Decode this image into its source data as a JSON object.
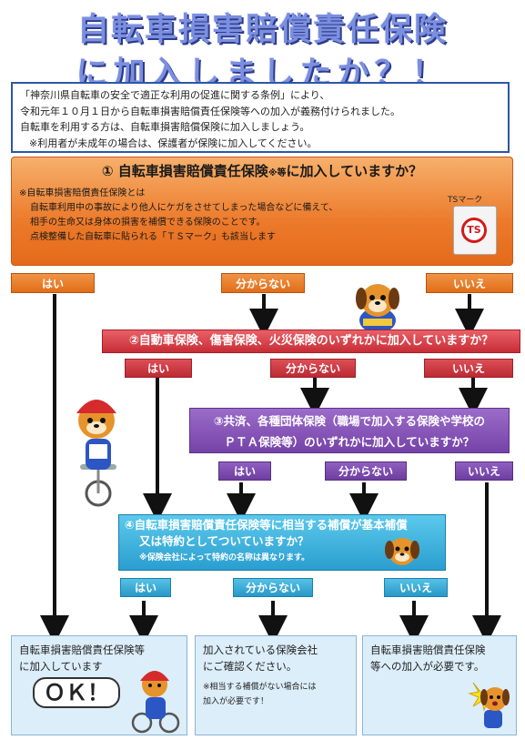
{
  "title": {
    "line1": "自転車損害賠償責任保険",
    "line2": "に加入しましたか？！"
  },
  "intro": {
    "line1": "「神奈川県自転車の安全で適正な利用の促進に関する条例」により、",
    "line2": "令和元年１０月１日から自転車損害賠償責任保険等への加入が義務付けられました。",
    "line3": "自転車を利用する方は、自転車損害賠償保険に加入しましょう。",
    "line4": "※利用者が未成年の場合は、保護者が保険に加入してください。"
  },
  "q1": {
    "title": "① 自転車損害賠償責任保険",
    "title_small": "※等",
    "title_end": "に加入していますか？",
    "note_head": "※自転車損害賠償責任保険とは",
    "note1": "自転車利用中の事故により他人にケガをさせてしまった場合などに備えて、",
    "note2": "相手の生命又は身体の損害を補償できる保険のことです。",
    "note3": "点検整備した自転車に貼られる「ＴＳマーク」も該当します",
    "ts_label": "TSマーク",
    "ts_badge": "TS"
  },
  "q1_answers": {
    "yes": "はい",
    "unknown": "分からない",
    "no": "いいえ"
  },
  "q2": {
    "text": "②自動車保険、傷害保険、火災保険のいずれかに加入していますか？"
  },
  "q2_answers": {
    "yes": "はい",
    "unknown": "分からない",
    "no": "いいえ"
  },
  "q3": {
    "line1": "③共済、各種団体保険（職場で加入する保険や学校の",
    "line2": "ＰＴＡ保険等）のいずれかに加入していますか？"
  },
  "q3_answers": {
    "yes": "はい",
    "unknown": "分からない",
    "no": "いいえ"
  },
  "q4": {
    "line1": "④自転車損害賠償責任保険等に相当する補償が基本補償",
    "line2": "又は特約としてついていますか？",
    "note": "※保険会社によって特約の名称は異なります。"
  },
  "q4_answers": {
    "yes": "はい",
    "unknown": "分からない",
    "no": "いいえ"
  },
  "results": {
    "r1_line1": "自転車損害賠償責任保険等",
    "r1_line2": "に加入しています",
    "ok": "ＯＫ！",
    "r2_line1": "加入されている保険会社",
    "r2_line2": "にご確認ください。",
    "r2_note1": "※相当する補償がない場合には",
    "r2_note2": "加入が必要です！",
    "r3_line1": "自転車損害賠償責任保険",
    "r3_line2": "等への加入が必要です。"
  },
  "colors": {
    "q1": "#ec7a2a",
    "q2": "#c72d36",
    "q3": "#7543a8",
    "q4": "#2a9ed0",
    "result": "#dceefa"
  }
}
